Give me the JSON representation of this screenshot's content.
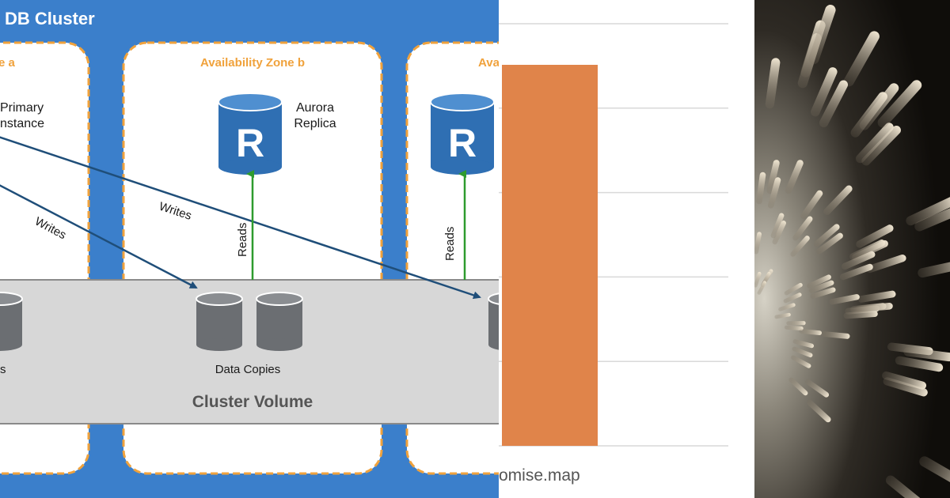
{
  "aws": {
    "cluster_title": "DB Cluster",
    "zone_a_title": "e a",
    "zone_b_title": "Availability Zone b",
    "zone_c_title": "Ava",
    "primary_label_line1": "Primary",
    "primary_label_line2": "nstance",
    "replica_label_line1": "Aurora",
    "replica_label_line2": "Replica",
    "replica_letter": "R",
    "writes_label": "Writes",
    "reads_label": "Reads",
    "data_copies_label": "Data Copies",
    "data_copies_partial": "s",
    "cluster_volume_label": "Cluster Volume",
    "colors": {
      "background": "#3b7fcb",
      "zone_border": "#f0a23c",
      "zone_title": "#f0a23c",
      "arrow_writes": "#1f4e79",
      "arrow_reads": "#2e9b2e",
      "replica_db": "#2f6fb3",
      "storage_db": "#6b6e72"
    }
  },
  "chart": {
    "source_text": "omise.map",
    "bar_color": "#e0844a",
    "gridline_count": 6
  },
  "photo": {
    "subject": "light-streaks"
  }
}
